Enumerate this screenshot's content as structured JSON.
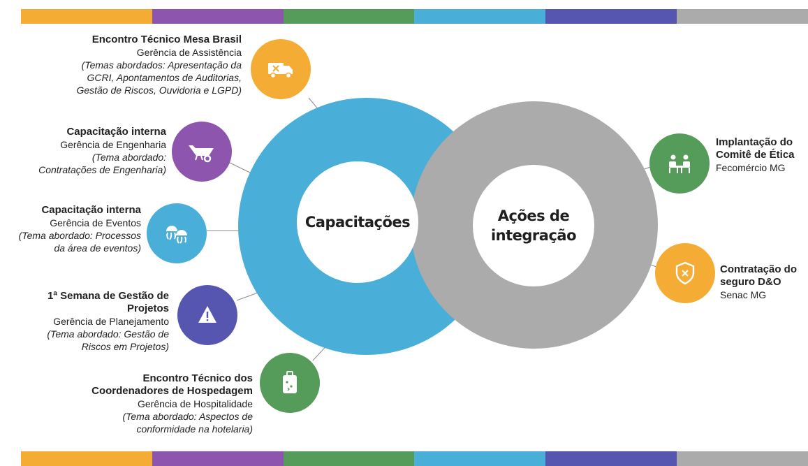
{
  "colors": {
    "stripe": [
      "#f5ac35",
      "#8d55ae",
      "#559b5a",
      "#4aafd8",
      "#5656b0",
      "#ababab"
    ],
    "blue_ring": "#4aafd8",
    "gray_ring": "#ababab"
  },
  "center": {
    "left_label": "Capacitações",
    "right_label_line1": "Ações de",
    "right_label_line2": "integração"
  },
  "left_items": [
    {
      "icon": "delivery-truck-icon",
      "color": "#f5ac35",
      "title": "Encontro Técnico Mesa Brasil",
      "subtitle": "Gerência de Assistência",
      "note_lines": [
        "(Temas abordados: Apresentação da",
        "GCRI, Apontamentos de Auditorias,",
        "Gestão de Riscos, Ouvidoria e LGPD)"
      ]
    },
    {
      "icon": "wheelbarrow-icon",
      "color": "#8d55ae",
      "title": "Capacitação interna",
      "subtitle": "Gerência de Engenharia",
      "note_lines": [
        "(Tema abordado:",
        "Contratações de Engenharia)"
      ]
    },
    {
      "icon": "jellyfish-icon",
      "color": "#4aafd8",
      "title": "Capacitação interna",
      "subtitle": "Gerência de Eventos",
      "note_lines": [
        "(Tema abordado: Processos",
        "da área de eventos)"
      ]
    },
    {
      "icon": "warning-icon",
      "color": "#5656b0",
      "title_lines": [
        "1ª Semana de Gestão de",
        "Projetos"
      ],
      "subtitle": "Gerência de Planejamento",
      "note_lines": [
        "(Tema abordado: Gestão de",
        "Riscos em Projetos)"
      ]
    },
    {
      "icon": "luggage-icon",
      "color": "#559b5a",
      "title_lines": [
        "Encontro Técnico dos",
        "Coordenadores de Hospedagem"
      ],
      "subtitle": "Gerência de Hospitalidade",
      "note_lines": [
        "(Tema abordado: Aspectos de",
        "conformidade na hotelaria)"
      ]
    }
  ],
  "right_items": [
    {
      "icon": "meeting-icon",
      "color": "#559b5a",
      "title_lines": [
        "Implantação do",
        "Comitê de Ética"
      ],
      "subtitle": "Fecomércio MG"
    },
    {
      "icon": "shield-icon",
      "color": "#f5ac35",
      "title_lines": [
        "Contratação do",
        "seguro D&O"
      ],
      "subtitle": "Senac MG"
    }
  ]
}
